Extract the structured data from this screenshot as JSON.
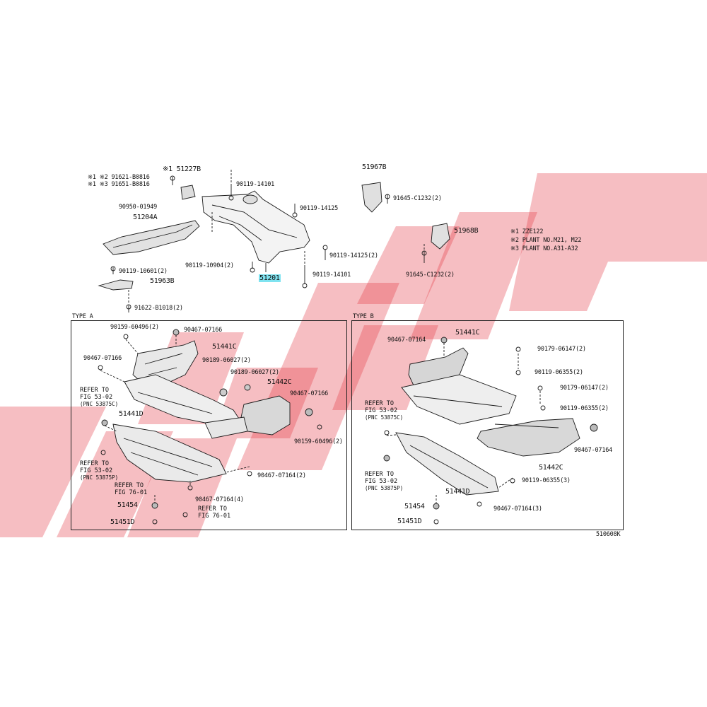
{
  "watermark": {
    "color": "#e33540"
  },
  "colors": {
    "line": "#1a1a1a",
    "part_shade": "#4a4a4a",
    "highlight": "#7fe3f0"
  },
  "legend": [
    "※1 ZZE122",
    "※2 PLANT NO.M21, M22",
    "※3 PLANT NO.A31-A32"
  ],
  "section_a": {
    "title": "TYPE A"
  },
  "section_b": {
    "title": "TYPE B"
  },
  "top_parts": {
    "p51227B": "※1 51227B",
    "p91621": "※1 ※2 91621-B0816",
    "p91651": "※1 ※3 91651-B0816",
    "p90119_14101_top": "90119-14101",
    "p90119_14125": "90119-14125",
    "p90950": "90950-01949",
    "p51204A": "51204A",
    "p90119_14125_2": "90119-14125(2)",
    "p90119_10904": "90119-10904(2)",
    "p51201": "51201",
    "p90119_14101_bot": "90119-14101",
    "p90119_10601": "90119-10601(2)",
    "p51963B": "51963B",
    "p91622": "91622-B1018(2)",
    "p51967B": "51967B",
    "p91645_top": "91645-C1232(2)",
    "p51968B": "51968B",
    "p91645_bot": "91645-C1232(2)"
  },
  "type_a_labels": {
    "a_90159_60496": "90159-60496(2)",
    "a_90467_07166_top": "90467-07166",
    "a_51441C": "51441C",
    "a_90467_07166_left": "90467-07166",
    "a_90189_06027_1": "90189-06027(2)",
    "a_90189_06027_2": "90189-06027(2)",
    "a_51442C": "51442C",
    "a_90467_07166_right": "90467-07166",
    "a_51441D": "51441D",
    "a_90159_60496_r": "90159-60496(2)",
    "a_90467_07164_2": "90467-07164(2)",
    "a_90467_07164_4": "90467-07164(4)",
    "a_51454": "51454",
    "a_51451D": "51451D",
    "a_ref1": "REFER TO\nFIG 53-02",
    "a_ref1_pnc": "(PNC 53875C)",
    "a_ref2": "REFER TO\nFIG 53-02",
    "a_ref2_pnc": "(PNC 53875P)",
    "a_ref3": "REFER TO\nFIG 76-01",
    "a_ref4": "REFER TO\nFIG 76-01"
  },
  "type_b_labels": {
    "b_90467_07164_top": "90467-07164",
    "b_51441C": "51441C",
    "b_90179_06147_2a": "90179-06147(2)",
    "b_90119_06355_2a": "90119-06355(2)",
    "b_90179_06147_2b": "90179-06147(2)",
    "b_90119_06355_2b": "90119-06355(2)",
    "b_90467_07164_r": "90467-07164",
    "b_51442C": "51442C",
    "b_90119_06355_3": "90119-06355(3)",
    "b_51441D": "51441D",
    "b_90467_07164_3": "90467-07164(3)",
    "b_51454": "51454",
    "b_51451D": "51451D",
    "b_ref1": "REFER TO\nFIG 53-02",
    "b_ref1_pnc": "(PNC 53875C)",
    "b_ref2": "REFER TO\nFIG 53-02",
    "b_ref2_pnc": "(PNC 53875P)"
  },
  "figure_code": "510608K"
}
